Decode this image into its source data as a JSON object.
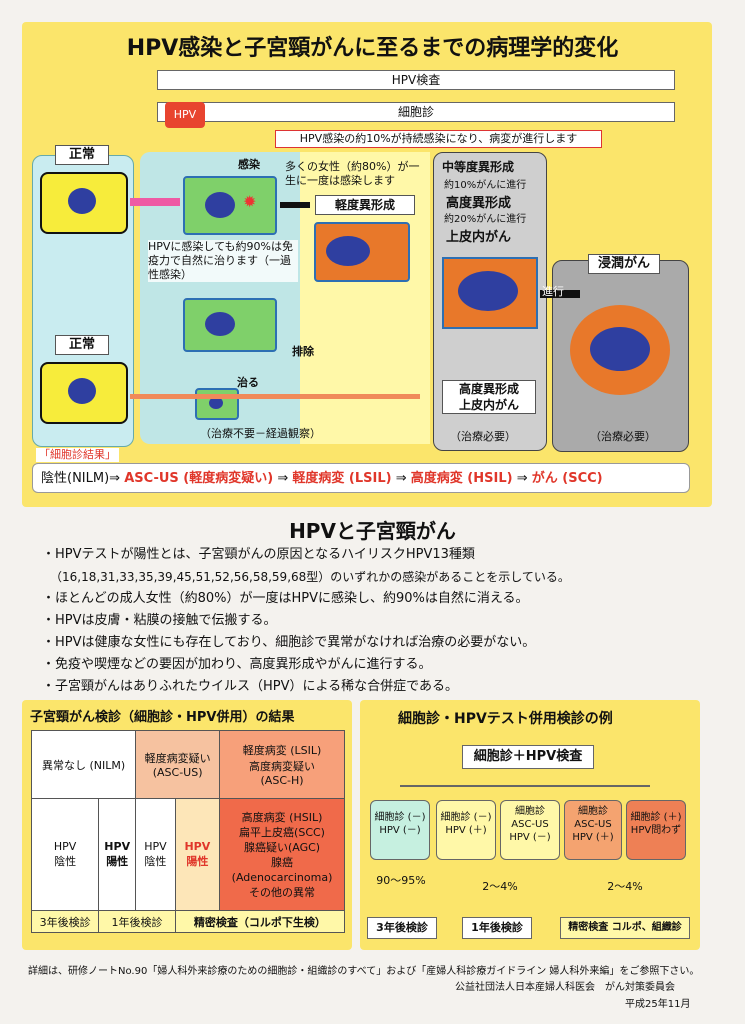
{
  "title": "HPV感染と子宮頸がんに至るまでの病理学的変化",
  "bars": {
    "hpv_test": "HPV検査",
    "cytology": "細胞診"
  },
  "note_progress": "HPV感染の約10%が持続感染になり、病変が進行します",
  "diagram": {
    "normal1": "正常",
    "normal2": "正常",
    "hpv_badge": "HPV",
    "infection": "感染",
    "women80": "多くの女性（約80%）が一生に一度は感染します",
    "mild": "軽度異形成",
    "heal90": "HPVに感染しても約90%は免疫力で自然に治ります（一過性感染）",
    "exclude": "排除",
    "cure": "治る",
    "no_treat": "（治療不要－経過観察）",
    "moderate": "中等度異形成",
    "moderate_rate": "約10%がんに進行",
    "severe": "高度異形成",
    "severe_rate": "約20%がんに進行",
    "cis": "上皮内がん",
    "severe_box": "高度異形成\n上皮内がん",
    "treat1": "（治療必要）",
    "progress": "進行",
    "invasive": "浸潤がん",
    "treat2": "（治療必要）"
  },
  "cytology_result": {
    "label": "「細胞診結果」",
    "negative": "陰性(NILM)⇒",
    "ascus": "ASC-US (軽度病変疑い)",
    "arrow1": "⇒",
    "lsil": "軽度病変 (LSIL)",
    "arrow2": "⇒",
    "hsil": "高度病変 (HSIL)",
    "arrow3": "⇒",
    "scc": "がん (SCC)"
  },
  "section2": {
    "title": "HPVと子宮頸がん",
    "bullets": [
      "・HPVテストが陽性とは、子宮頸がんの原因となるハイリスクHPV13種類",
      "（16,18,31,33,35,39,45,51,52,56,58,59,68型）のいずれかの感染があることを示している。",
      "・ほとんどの成人女性（約80%）が一度はHPVに感染し、約90%は自然に消える。",
      "・HPVは皮膚・粘膜の接触で伝搬する。",
      "・HPVは健康な女性にも存在しており、細胞診で異常がなければ治療の必要がない。",
      "・免疫や喫煙などの要因が加わり、高度異形成やがんに進行する。",
      "・子宮頸がんはありふれたウイルス（HPV）による稀な合併症である。"
    ]
  },
  "results_table": {
    "title": "子宮頸がん検診（細胞診・HPV併用）の結果",
    "col_nilm": "異常なし (NILM)",
    "col_ascus": "軽度病変疑い\n(ASC-US)",
    "col_lsil": "軽度病変 (LSIL)\n高度病変疑い\n(ASC-H)",
    "hpv_neg1": "HPV\n陰性",
    "hpv_pos1": "HPV\n陽性",
    "hpv_neg2": "HPV\n陰性",
    "hpv_pos2": "HPV\n陽性",
    "severe_list": "高度病変 (HSIL)\n扁平上皮癌(SCC)\n腺癌疑い(AGC)\n腺癌\n(Adenocarcinoma)\nその他の異常",
    "fu3": "3年後検診",
    "fu1": "1年後検診",
    "detailed": "精密検査（コルポ下生検）"
  },
  "example": {
    "title": "細胞診・HPVテスト併用検診の例",
    "top": "細胞診＋HPV検査",
    "boxes": [
      "細胞診 (－)\nHPV (－)",
      "細胞診 (－)\nHPV (＋)",
      "細胞診\nASC-US\nHPV (－)",
      "細胞診\nASC-US\nHPV (＋)",
      "細胞診 (＋)\nHPV問わず"
    ],
    "rate1": "90～95%",
    "rate2": "2～4%",
    "rate3": "2～4%",
    "out1": "3年後検診",
    "out2": "1年後検診",
    "out3": "精密検査 コルポ、組織診"
  },
  "footer": {
    "ref": "詳細は、研修ノートNo.90「婦人科外来診療のための細胞診・組織診のすべて」および「産婦人科診療ガイドライン 婦人科外来編」をご参照下さい。",
    "org": "公益社団法人日本産婦人科医会　がん対策委員会",
    "date": "平成25年11月"
  }
}
